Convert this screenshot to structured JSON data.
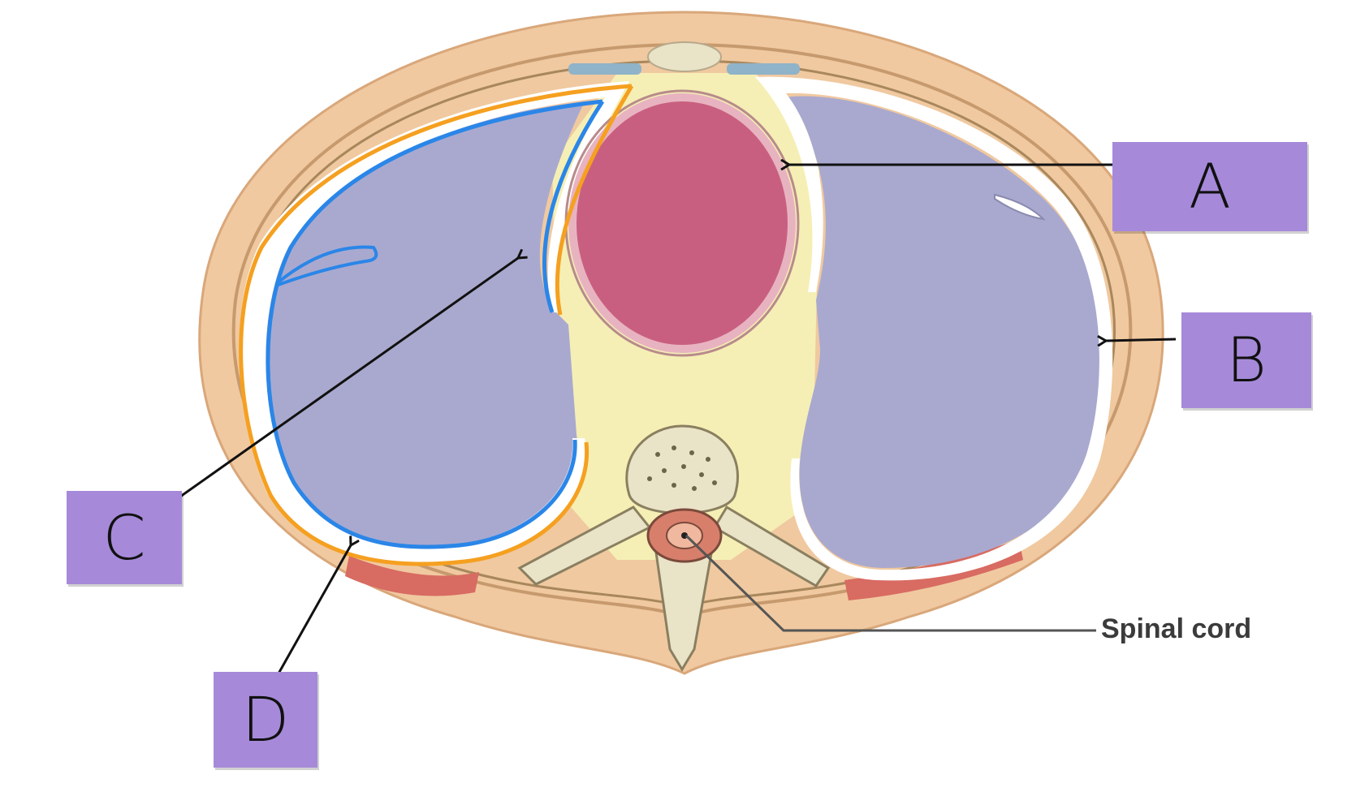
{
  "labels": {
    "a": "A",
    "b": "B",
    "c": "C",
    "d": "D"
  },
  "annotations": {
    "spinal_cord": "Spinal cord"
  },
  "colors": {
    "label_box": "#a68ad9",
    "lung": "#a9a9cf",
    "heart": "#c95f80",
    "mediastinum": "#f5efb5",
    "body_wall": "#f0c9a0",
    "muscle": "#d86b62",
    "parietal_outline": "#f5a020",
    "visceral_outline": "#2a86e8"
  },
  "icons": {
    "arrow": "arrow-icon"
  }
}
